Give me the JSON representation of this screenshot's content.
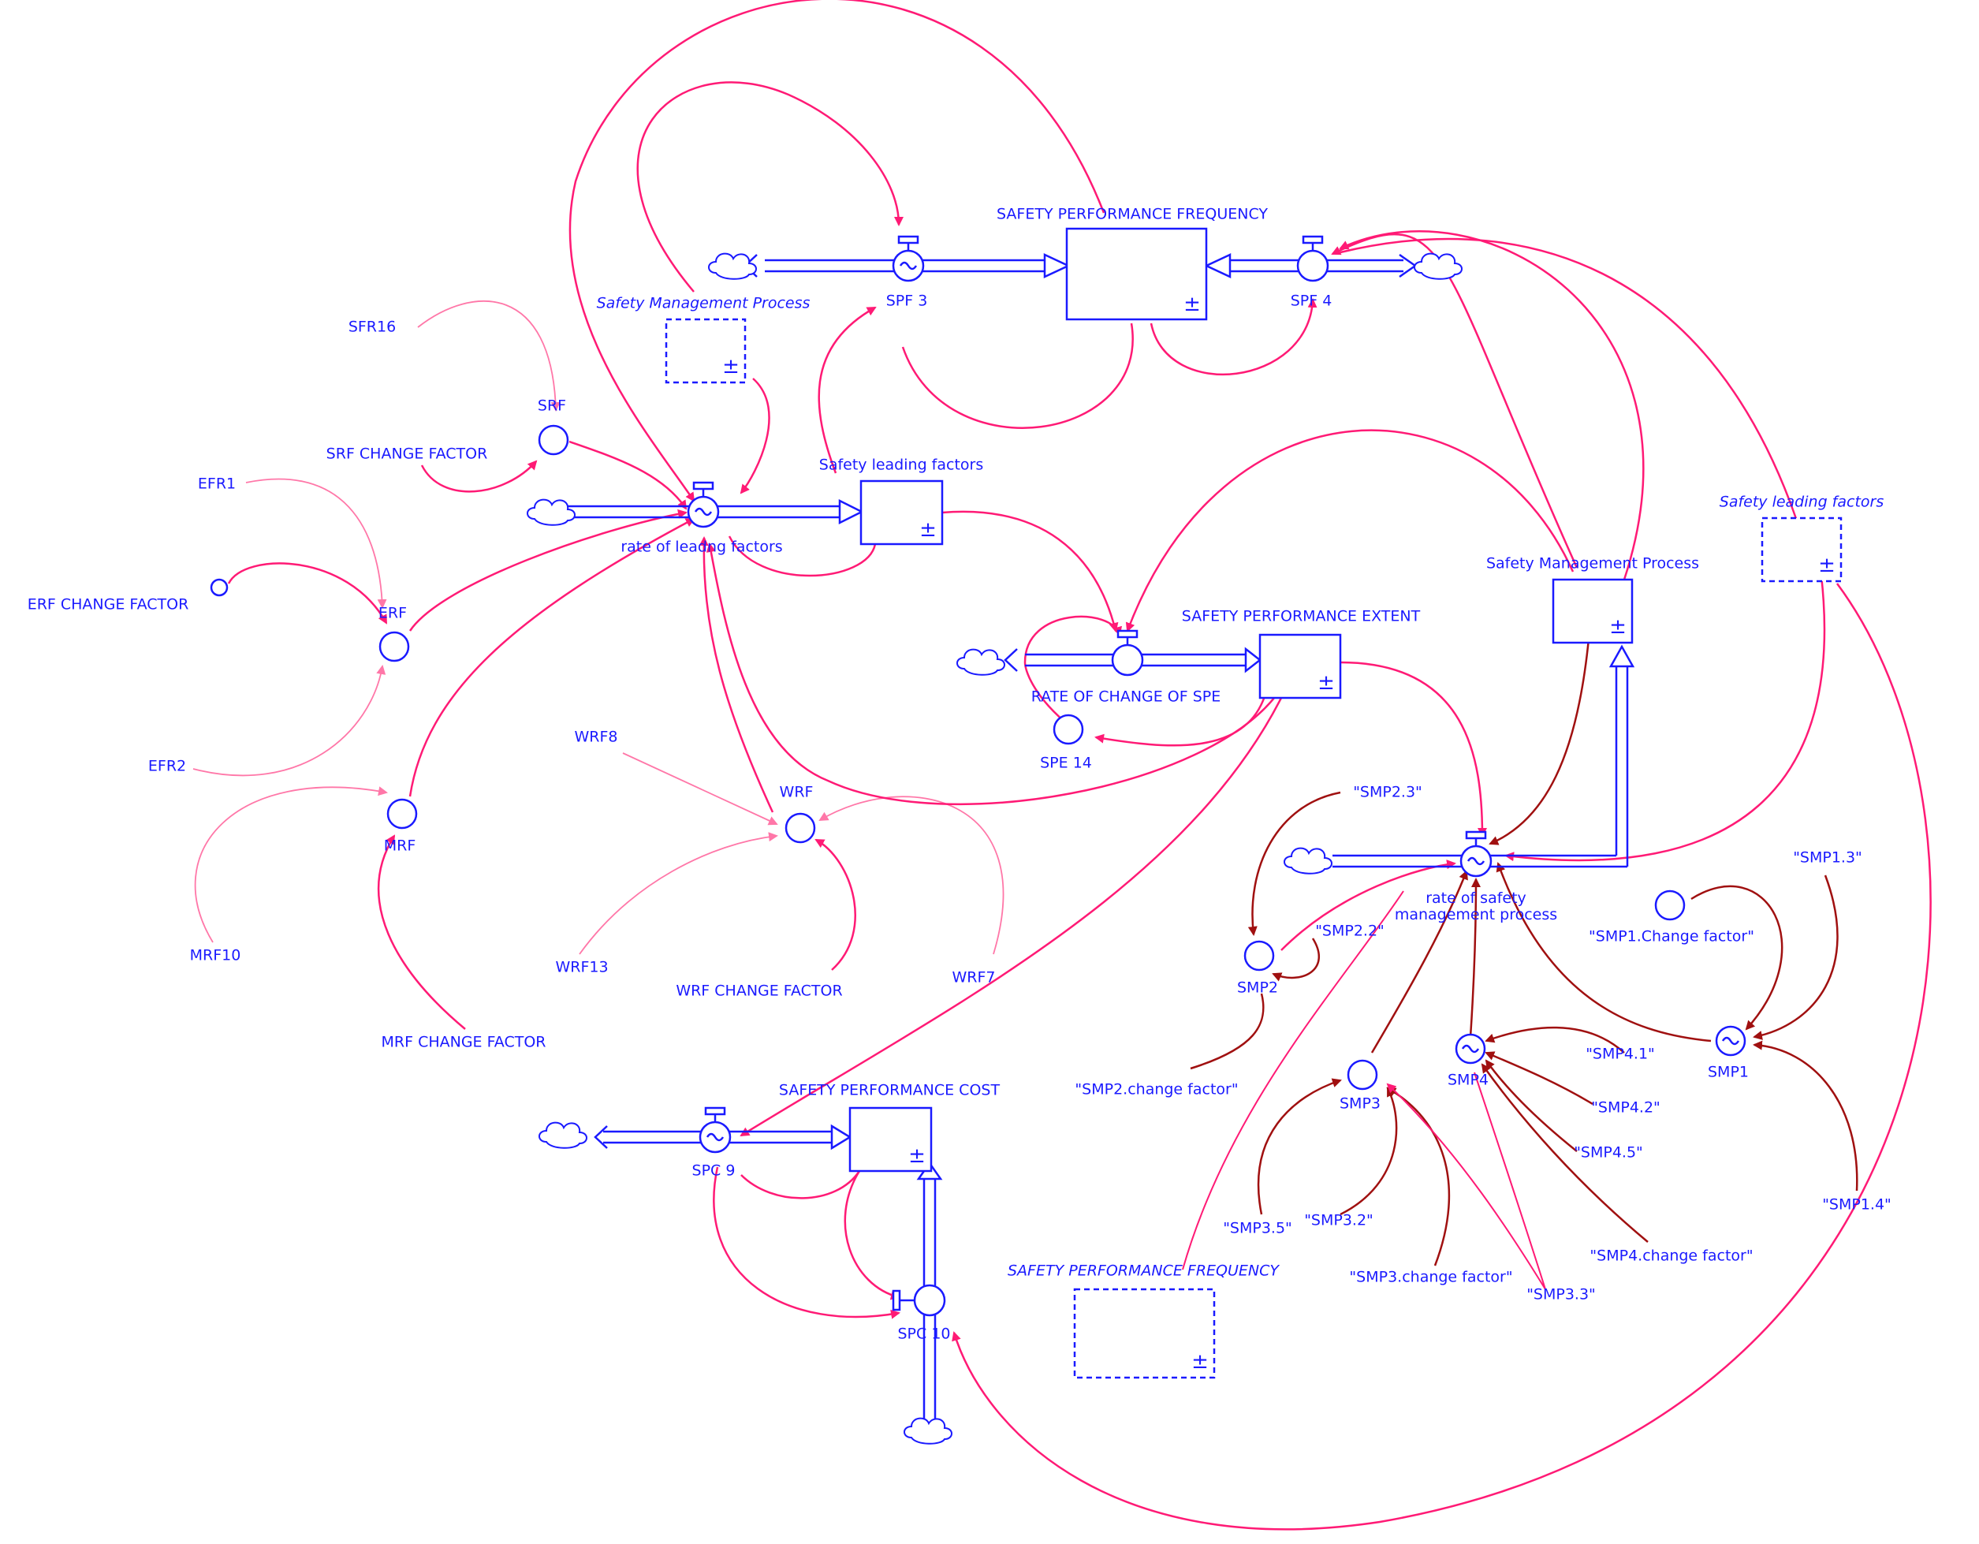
{
  "stocks": {
    "spf": {
      "label": "SAFETY PERFORMANCE FREQUENCY"
    },
    "slf": {
      "label": "Safety leading factors"
    },
    "spe": {
      "label": "SAFETY PERFORMANCE EXTENT"
    },
    "smp": {
      "label": "Safety Management Process"
    },
    "spc": {
      "label": "SAFETY PERFORMANCE COST"
    },
    "ghost_smp": {
      "label": "Safety Management Process"
    },
    "ghost_slf": {
      "label": "Safety leading factors"
    },
    "ghost_spf": {
      "label": "SAFETY PERFORMANCE FREQUENCY"
    },
    "plusminus": "±"
  },
  "flows": {
    "spf3": "SPF 3",
    "spf4": "SPF 4",
    "rlf": "rate of leadng factors",
    "rcspe": "RATE OF CHANGE OF SPE",
    "rsmp": "rate of safety\nmanagement process",
    "spc9": "SPC 9",
    "spc10": "SPC 10"
  },
  "variables": {
    "sfr16": "SFR16",
    "srf": "SRF",
    "srf_cf": "SRF CHANGE FACTOR",
    "efr1": "EFR1",
    "erf_cf": "ERF CHANGE FACTOR",
    "erf": "ERF",
    "efr2": "EFR2",
    "mrf": "MRF",
    "mrf10": "MRF10",
    "mrf_cf": "MRF CHANGE FACTOR",
    "wrf8": "WRF8",
    "wrf": "WRF",
    "wrf13": "WRF13",
    "wrf_cf": "WRF CHANGE FACTOR",
    "wrf7": "WRF7",
    "spe14": "SPE 14",
    "smp23": "\"SMP2.3\"",
    "smp22": "\"SMP2.2\"",
    "smp2": "SMP2",
    "smp2_cf": "\"SMP2.change factor\"",
    "smp3": "SMP3",
    "smp35": "\"SMP3.5\"",
    "smp32": "\"SMP3.2\"",
    "smp3_cf": "\"SMP3.change factor\"",
    "smp33": "\"SMP3.3\"",
    "smp4": "SMP4",
    "smp41": "\"SMP4.1\"",
    "smp42": "\"SMP4.2\"",
    "smp45": "\"SMP4.5\"",
    "smp4_cf": "\"SMP4.change factor\"",
    "smp1_cf": "\"SMP1.Change factor\"",
    "smp13": "\"SMP1.3\"",
    "smp1": "SMP1",
    "smp14": "\"SMP1.4\""
  },
  "colors": {
    "stock_flow": "#1a1aff",
    "link_pink": "#ff1a75",
    "link_light": "#ff77a8",
    "link_dark": "#a01010"
  }
}
